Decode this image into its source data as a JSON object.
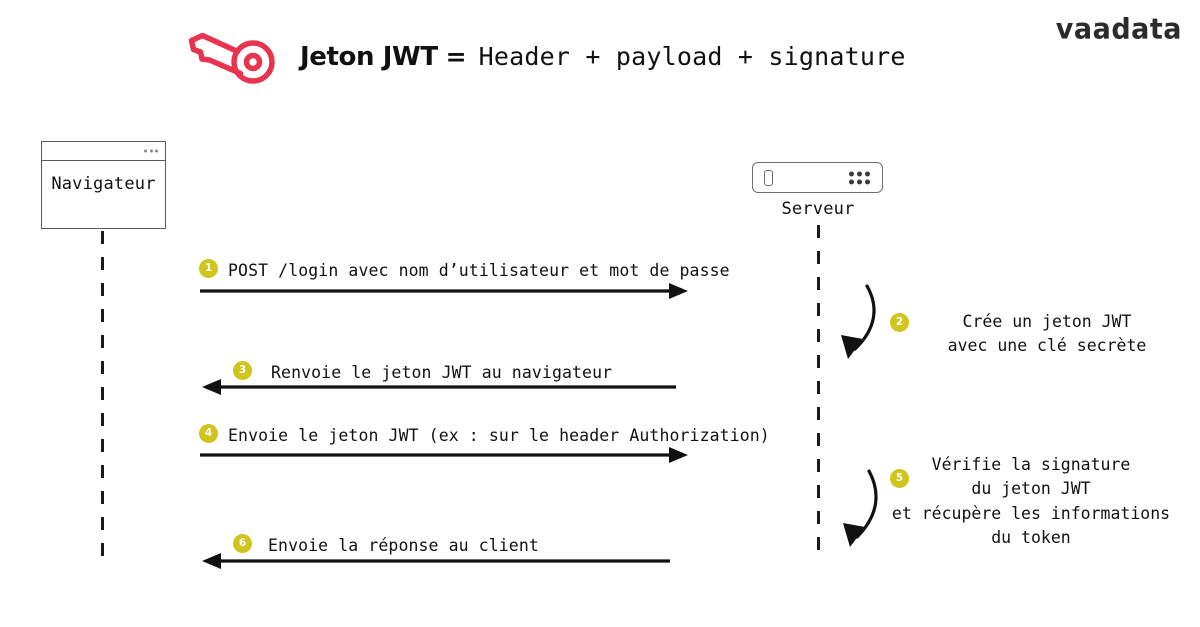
{
  "brand": {
    "logo_text": "vaadata"
  },
  "title": {
    "icon": "key-icon",
    "strong": "Jeton JWT",
    "equals": "=",
    "formula": "Header + payload + signature"
  },
  "colors": {
    "badge": "#cfc51c",
    "key": "#e8344e",
    "line": "#111111",
    "node_border": "#5b5b5b"
  },
  "nodes": {
    "browser": {
      "label": "Navigateur",
      "icon": "browser-window-icon"
    },
    "server": {
      "label": "Serveur",
      "icon": "server-rack-icon"
    }
  },
  "messages": [
    {
      "step": "1",
      "text": "POST /login avec nom d’utilisateur et mot de passe",
      "direction": "right"
    },
    {
      "step": "3",
      "text": "Renvoie le jeton JWT au navigateur",
      "direction": "left"
    },
    {
      "step": "4",
      "text": "Envoie le jeton JWT (ex : sur le header Authorization)",
      "direction": "right"
    },
    {
      "step": "6",
      "text": "Envoie la réponse au client",
      "direction": "left"
    }
  ],
  "notes": [
    {
      "step": "2",
      "text": "Crée un jeton JWT\navec une clé secrète"
    },
    {
      "step": "5",
      "text": "Vérifie la signature\ndu jeton JWT\net récupère les informations\ndu token"
    }
  ]
}
